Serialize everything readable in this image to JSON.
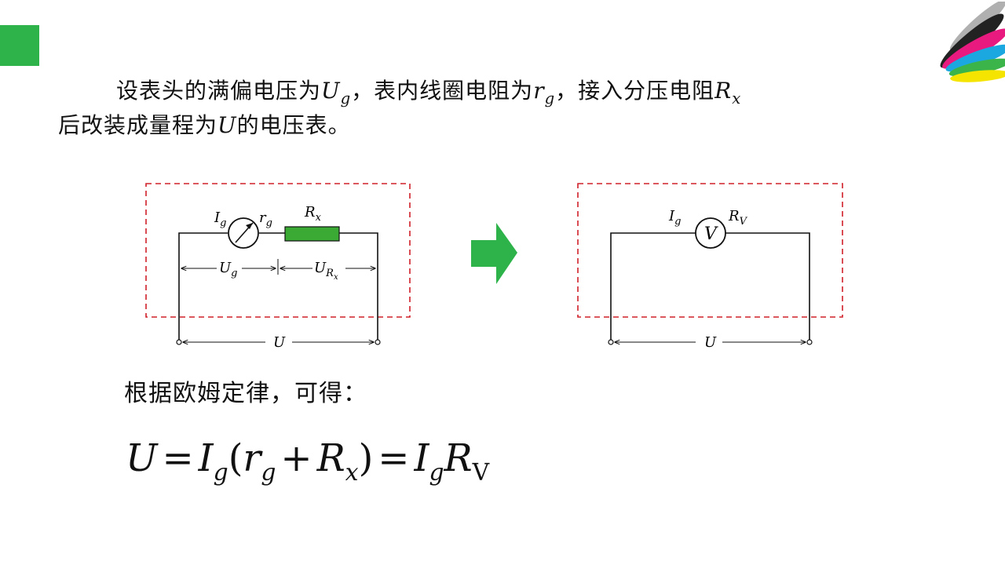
{
  "slide": {
    "paragraph": {
      "part1": "设表头的满偏电压为",
      "sym_Ug": "U",
      "sub_g": "g",
      "part2": "，表内线圈电阻为",
      "sym_rg": "r",
      "part3": "，接入分压电阻",
      "sym_Rx": "R",
      "sub_x": "x",
      "part4": "后改装成量程为",
      "sym_U": "U",
      "part5": "的电压表。"
    },
    "ohm_line": "根据欧姆定律，可得：",
    "formula": {
      "U": "U",
      "eq": "=",
      "I": "I",
      "g": "g",
      "open": "(",
      "r": "r",
      "plus": "+",
      "R": "R",
      "x": "x",
      "close": ")",
      "V": "V"
    },
    "diagram_left": {
      "label_Ig_main": "I",
      "label_Ig_sub": "g",
      "label_rg_main": "r",
      "label_rg_sub": "g",
      "label_Rx_main": "R",
      "label_Rx_sub": "x",
      "label_Ug_main": "U",
      "label_Ug_sub": "g",
      "label_URx_main": "U",
      "label_URx_sub": "R",
      "label_URx_subsub": "x",
      "label_U": "U"
    },
    "diagram_right": {
      "label_Ig_main": "I",
      "label_Ig_sub": "g",
      "label_RV_main": "R",
      "label_RV_sub": "V",
      "voltmeter_symbol": "V",
      "label_U": "U"
    },
    "colors": {
      "accent_green": "#2db34a",
      "resistor_fill": "#3aaa35",
      "dashed_border": "#d0202a"
    },
    "icons": [
      "galvanometer-icon",
      "voltmeter-icon",
      "arrow-right-icon",
      "brand-logo-icon"
    ]
  }
}
